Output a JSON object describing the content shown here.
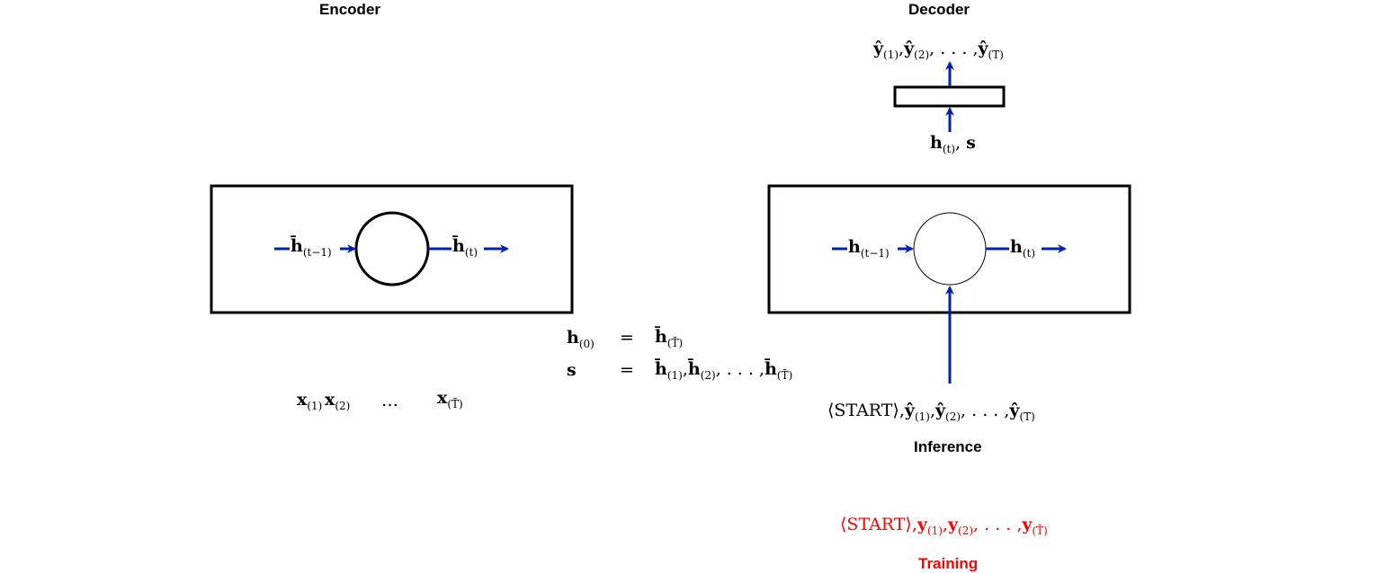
{
  "encoder": {
    "title": "Encoder",
    "in_state": "h̄",
    "in_sub": "(t−1)",
    "out_state": "h̄",
    "out_sub": "(t)",
    "inputs": {
      "x1": "x",
      "x1_sub": "(1)",
      "x2": "x",
      "x2_sub": "(2)",
      "ellipsis": "…",
      "xT": "x",
      "xT_sub": "(T̄)"
    }
  },
  "decoder": {
    "title": "Decoder",
    "output_seq": {
      "y1": "ŷ",
      "y1_sub": "(1)",
      "y2": "ŷ",
      "y2_sub": "(2)",
      "sep": ", . . . ,",
      "yT": "ŷ",
      "yT_sub": "(T)"
    },
    "cond_inputs": {
      "h": "h",
      "h_sub": "(t)",
      "s": "s"
    },
    "in_state": "h",
    "in_sub": "(t−1)",
    "out_state": "h",
    "out_sub": "(t)",
    "inference_seq": {
      "start": "⟨START⟩,",
      "y1": "ŷ",
      "y1_sub": "(1)",
      "y2": "ŷ",
      "y2_sub": "(2)",
      "sep": ", . . . ,",
      "yT": "ŷ",
      "yT_sub": "(T)"
    },
    "inference_label": "Inference",
    "training_seq": {
      "start": "⟨START⟩,",
      "y1": "y",
      "y1_sub": "(1)",
      "y2": "y",
      "y2_sub": "(2)",
      "sep": ", . . . ,",
      "yT": "y",
      "yT_sub": "(T̄)"
    },
    "training_label": "Training"
  },
  "equations": {
    "eq1_lhs": "h",
    "eq1_lhs_sub": "(0)",
    "eq1_op": "=",
    "eq1_rhs": "h̄",
    "eq1_rhs_sub": "(T̄)",
    "eq2_lhs": "s",
    "eq2_op": "=",
    "eq2_rhs_1": "h̄",
    "eq2_rhs_1_sub": "(1)",
    "eq2_rhs_2": "h̄",
    "eq2_rhs_2_sub": "(2)",
    "eq2_sep": ", . . . ,",
    "eq2_rhs_3": "h̄",
    "eq2_rhs_3_sub": "(T̄)"
  },
  "colors": {
    "arrow": "#0020b0",
    "stroke": "#000000",
    "training": "#ff0000"
  }
}
